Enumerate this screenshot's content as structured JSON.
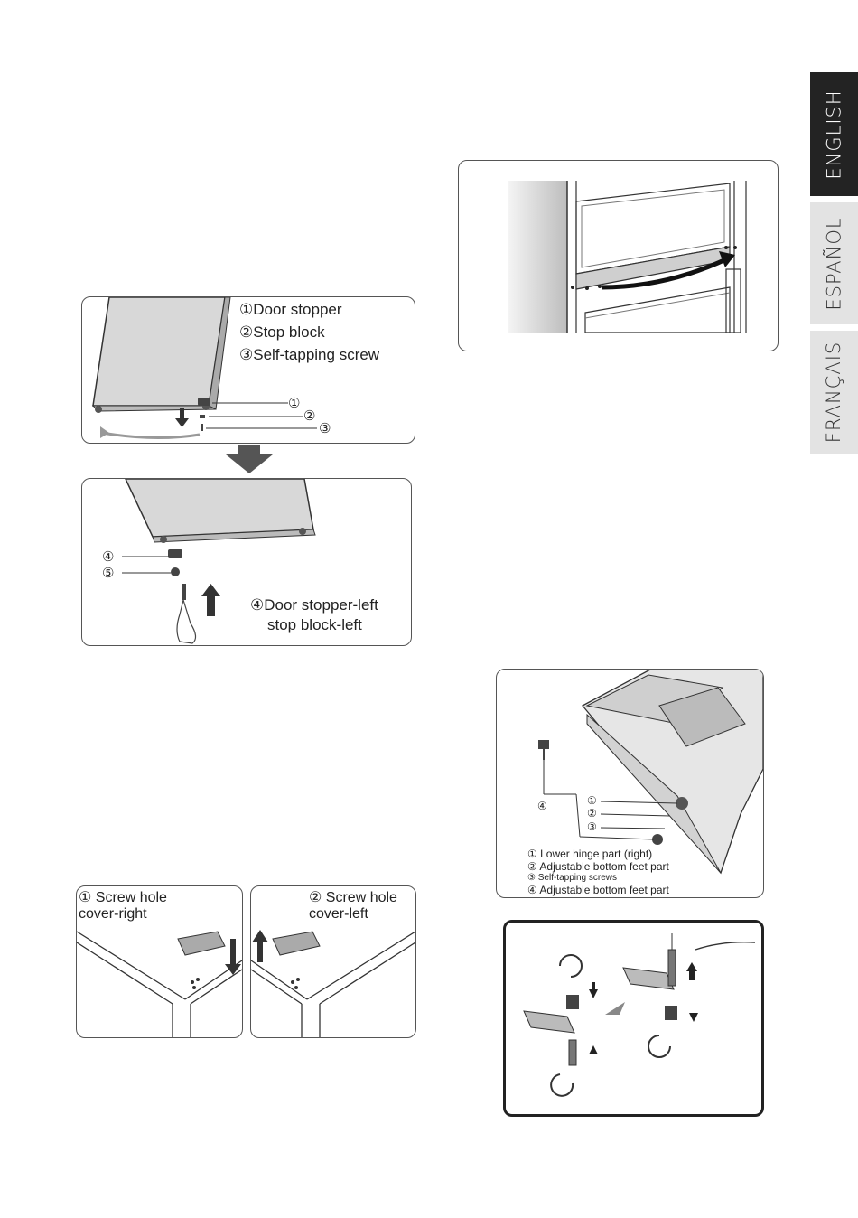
{
  "language_tabs": [
    {
      "label": "ENGLISH",
      "active": true
    },
    {
      "label": "ESPAÑOL",
      "active": false
    },
    {
      "label": "FRANÇAIS",
      "active": false
    }
  ],
  "door_stopper_figure": {
    "legend": [
      "①Door stopper",
      "②Stop block",
      "③Self-tapping screw"
    ],
    "callouts": [
      "①",
      "②",
      "③"
    ]
  },
  "door_stopper_left_figure": {
    "callouts": [
      "④",
      "⑤"
    ],
    "caption_line1": "④Door stopper-left",
    "caption_line2": "stop block-left"
  },
  "screw_hole_right": {
    "line1": "① Screw hole",
    "line2": "cover-right"
  },
  "screw_hole_left": {
    "line1": "② Screw hole",
    "line2": "cover-left"
  },
  "bottom_feet_figure": {
    "callouts": [
      "①",
      "②",
      "③",
      "④"
    ],
    "legend": [
      "① Lower hinge part (right)",
      "② Adjustable bottom feet part",
      "③ Self-tapping screws",
      "④ Adjustable bottom feet part"
    ]
  },
  "colors": {
    "active_tab": "#232323",
    "inactive_tab": "#e3e3e3",
    "line": "#333333"
  }
}
